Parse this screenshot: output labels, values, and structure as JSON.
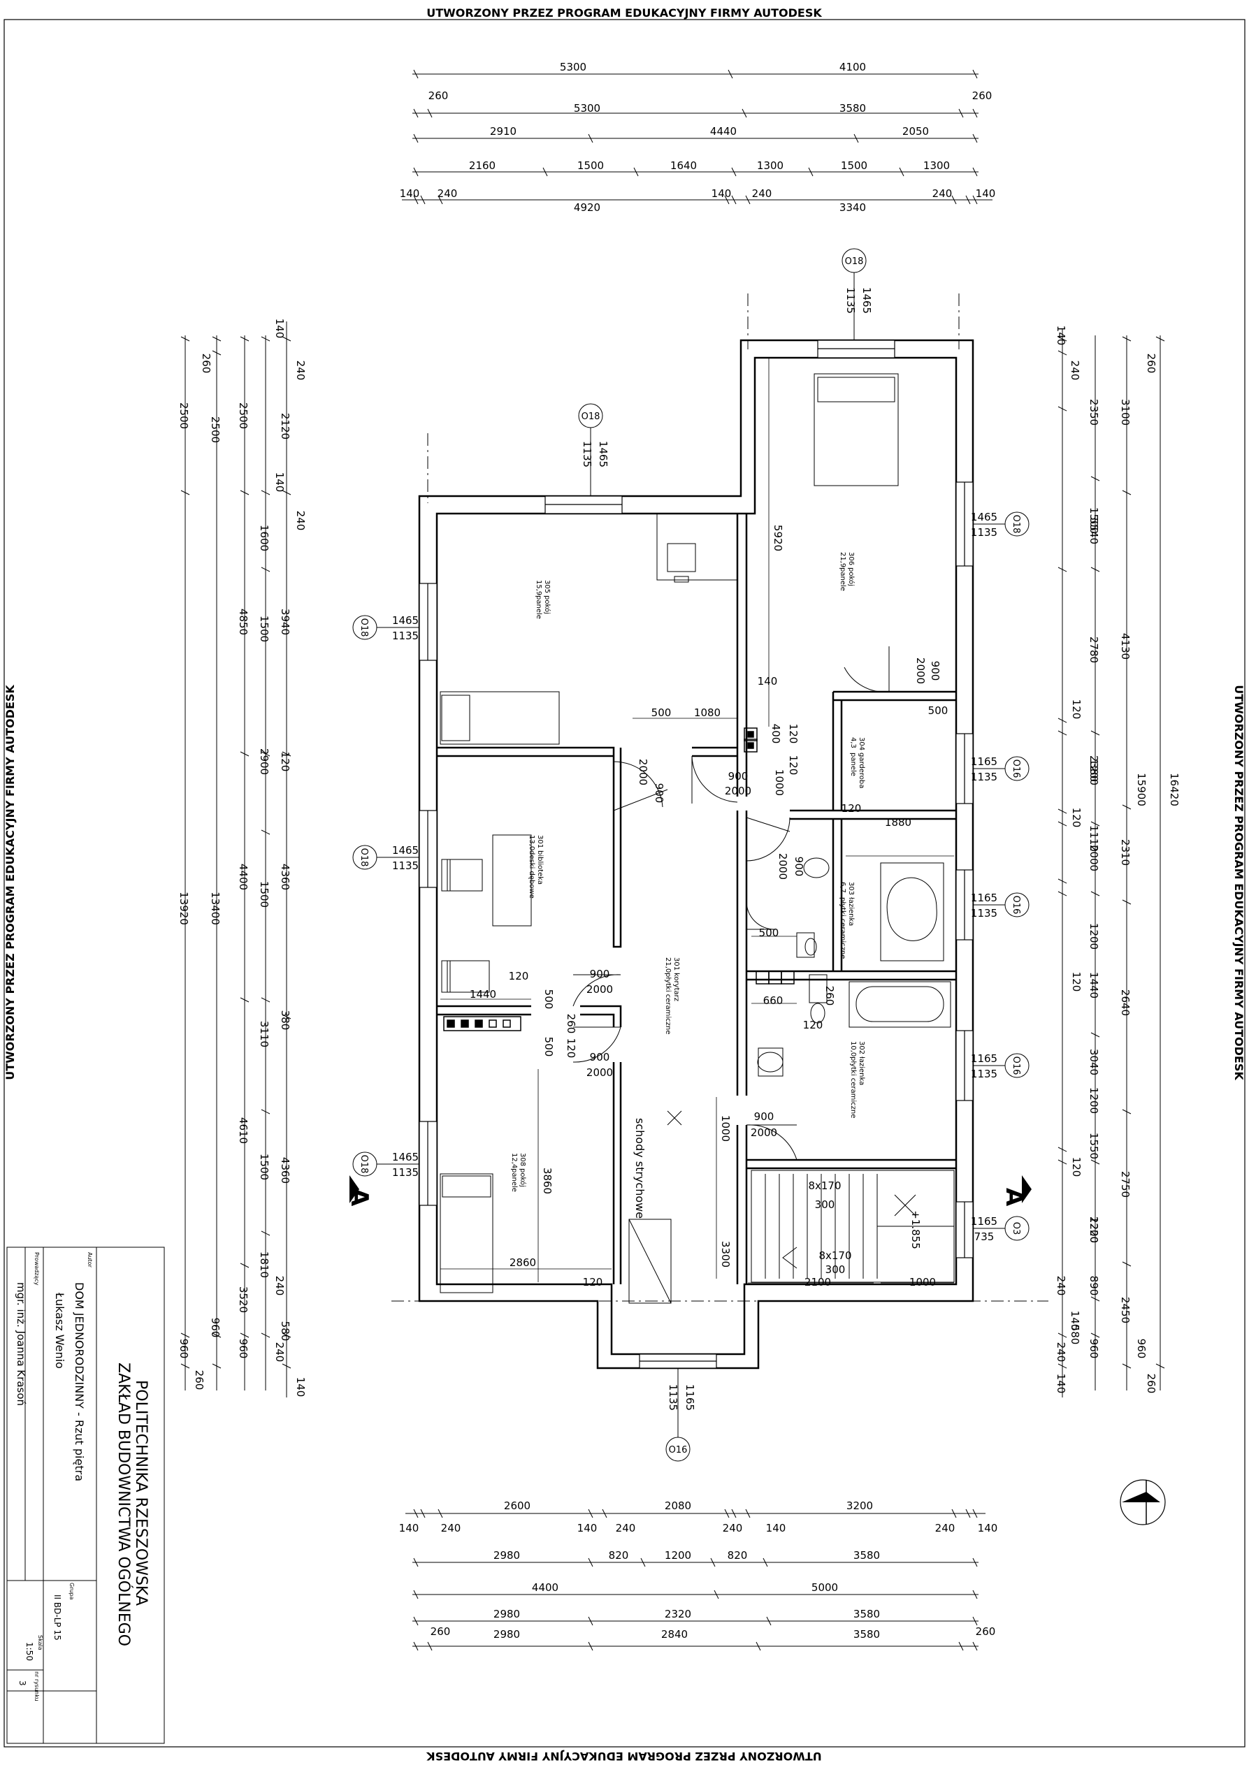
{
  "watermark": "UTWORZONY PRZEZ PROGRAM EDUKACYJNY FIRMY AUTODESK",
  "dims": {
    "top": {
      "row1": [
        "5300",
        "4100"
      ],
      "row2": [
        "260",
        "5300",
        "3580",
        "260"
      ],
      "row3": [
        "2910",
        "4440",
        "2050"
      ],
      "row4": [
        "2160",
        "1500",
        "1640",
        "1300",
        "1500",
        "1300"
      ],
      "row5": [
        "140",
        "240",
        "4920",
        "140",
        "240",
        "3340",
        "240",
        "140"
      ]
    },
    "bottom": {
      "row1": [
        "2600",
        "2080",
        "3200"
      ],
      "row1b": [
        "140",
        "240",
        "140",
        "240",
        "240",
        "140",
        "240",
        "140"
      ],
      "row2": [
        "2980",
        "820",
        "1200",
        "820",
        "3580"
      ],
      "row3": [
        "4400",
        "5000"
      ],
      "row4": [
        "2980",
        "2320",
        "3580"
      ],
      "row5": [
        "260",
        "2980",
        "2840",
        "3580",
        "260"
      ]
    },
    "left": {
      "c1": [
        "2500",
        "13920",
        "960",
        "260"
      ],
      "c2": [
        "260",
        "2500",
        "13400",
        "960"
      ],
      "c3": [
        "2500",
        "4850",
        "4400",
        "4610",
        "3520",
        "960"
      ],
      "c4": [
        "1600",
        "1500",
        "2900",
        "1500",
        "3110",
        "1500",
        "1810",
        "240"
      ],
      "c5": [
        "2120",
        "3940",
        "120",
        "4360",
        "380",
        "4360",
        "580"
      ],
      "c6": [
        "140",
        "240",
        "140",
        "240",
        "240",
        "140"
      ]
    },
    "right": {
      "c1": [
        "140",
        "240",
        "2350",
        "5540",
        "2780",
        "120",
        "2380",
        "120",
        "2000",
        "120",
        "3040",
        "120",
        "2220",
        "240",
        "140",
        "580",
        "240",
        "140"
      ],
      "c2": [
        "1500",
        "1200",
        "1110",
        "1200",
        "1440",
        "1200",
        "1550",
        "1200",
        "890",
        "960"
      ],
      "c3": [
        "3100",
        "4130",
        "2310",
        "2640",
        "2750",
        "2450",
        "960"
      ],
      "c4": [
        "15900",
        "16420",
        "260",
        "260"
      ]
    }
  },
  "interior_dims": [
    "5920",
    "140",
    "500",
    "1080",
    "400",
    "120",
    "120",
    "1000",
    "900",
    "2000",
    "900",
    "2000",
    "900",
    "2000",
    "500",
    "120",
    "1880",
    "900",
    "2000",
    "500",
    "660",
    "260",
    "120",
    "1440",
    "120",
    "500",
    "260",
    "120",
    "500",
    "900",
    "2000",
    "900",
    "2000",
    "900",
    "2000",
    "3860",
    "1000",
    "3300",
    "2860",
    "120",
    "2100",
    "1000",
    "8x170",
    "300",
    "8x170",
    "300",
    "+1.855"
  ],
  "rooms": [
    {
      "id": "305",
      "name": "pokój",
      "area": "15,9",
      "floor": "panele"
    },
    {
      "id": "306",
      "name": "pokój",
      "area": "21,9",
      "floor": "panele"
    },
    {
      "id": "304",
      "name": "garderoba",
      "area": "4,3",
      "floor": "panele"
    },
    {
      "id": "303",
      "name": "łazienka",
      "area": "6,7",
      "floor": "płytki ceramiczne"
    },
    {
      "id": "302",
      "name": "łazienka",
      "area": "10,0",
      "floor": "płytki ceramiczne"
    },
    {
      "id": "301",
      "name": "biblioteka",
      "area": "13,0",
      "floor": "deski dębowe"
    },
    {
      "id": "301",
      "name": "korytarz",
      "area": "21,0",
      "floor": "płytki ceramiczne"
    },
    {
      "id": "308",
      "name": "pokój",
      "area": "12,4",
      "floor": "panele"
    }
  ],
  "stairs_label": "schody strychowe",
  "windows": [
    {
      "code": "O18",
      "w": "1465",
      "h": "1135"
    },
    {
      "code": "O18",
      "w": "1465",
      "h": "1135"
    },
    {
      "code": "O18",
      "w": "1465",
      "h": "1135"
    },
    {
      "code": "O18",
      "w": "1465",
      "h": "1135"
    },
    {
      "code": "O18",
      "w": "1465",
      "h": "1135"
    },
    {
      "code": "O18",
      "w": "1465",
      "h": "1135"
    },
    {
      "code": "O16",
      "w": "1165",
      "h": "1135"
    },
    {
      "code": "O16",
      "w": "1165",
      "h": "1135"
    },
    {
      "code": "O16",
      "w": "1165",
      "h": "1135"
    },
    {
      "code": "O3",
      "w": "1165",
      "h": "735"
    },
    {
      "code": "O16",
      "w": "1165",
      "h": "1135"
    }
  ],
  "section_mark": "A",
  "title_block": {
    "institution": "POLITECHNIKA RZESZOWSKA",
    "department": "ZAKŁAD BUDOWNICTWA OGÓLNEGO",
    "title": "DOM JEDNORODZINNY - Rzut piętra",
    "author_label": "Autor",
    "author": "Łukasz Wenio",
    "supervisor_label": "Prowadzący",
    "supervisor": "mgr. inż. Joanna Krasoń",
    "group_label": "Grupa",
    "group": "II BD-LP 15",
    "scale_label": "Skala",
    "scale": "1:50",
    "sheet_label": "nr rysunku",
    "sheet": "3"
  }
}
